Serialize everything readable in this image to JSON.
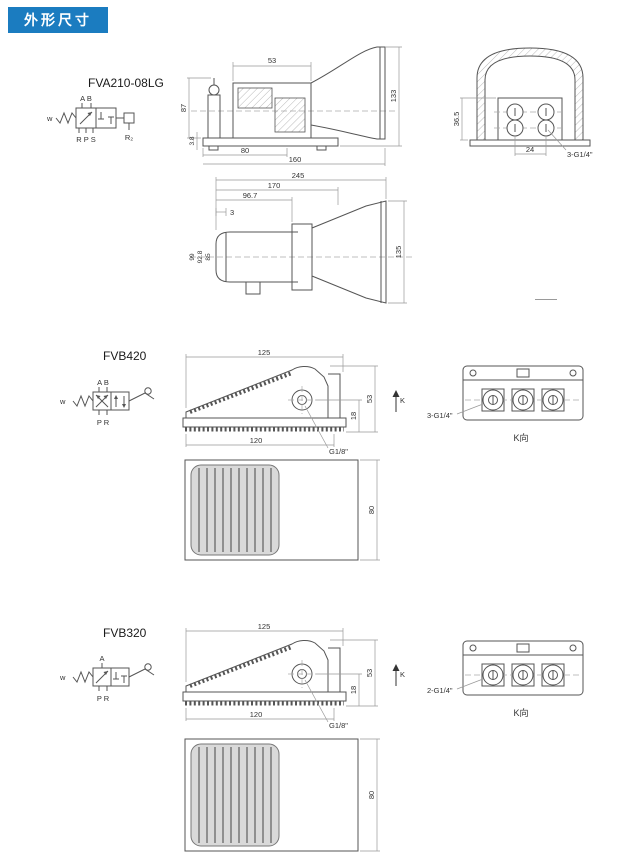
{
  "page": {
    "header": "外形尺寸"
  },
  "fva": {
    "model": "FVA210-08LG",
    "sym": {
      "top": "A B",
      "bottom": "R P S",
      "spring": "w",
      "pilot": "R₂"
    },
    "side": {
      "w53": "53",
      "h87": "87",
      "h133": "133",
      "h38": "3.8",
      "w80": "80",
      "w160": "160"
    },
    "end": {
      "h365": "36.5",
      "w24": "24",
      "ports": "3-G1/4\""
    },
    "plan": {
      "w245": "245",
      "w170": "170",
      "w967": "96.7",
      "w3": "3",
      "h99": "99",
      "h928": "92.8",
      "h85": "85",
      "h135": "135"
    }
  },
  "fvb420": {
    "model": "FVB420",
    "sym": {
      "top": "A B",
      "bottom": "P R",
      "spring": "w"
    },
    "side": {
      "w125": "125",
      "h53": "53",
      "h18": "18",
      "w120": "120",
      "port": "G1/8\"",
      "k": "K"
    },
    "end": {
      "ports": "3-G1/4\"",
      "kdir": "K向"
    },
    "top": {
      "h80": "80"
    }
  },
  "fvb320": {
    "model": "FVB320",
    "sym": {
      "top": "A",
      "bottom": "P R",
      "spring": "w"
    },
    "side": {
      "w125": "125",
      "h53": "53",
      "h18": "18",
      "w120": "120",
      "port": "G1/8\"",
      "k": "K"
    },
    "end": {
      "ports": "2-G1/4\"",
      "kdir": "K向"
    },
    "top": {
      "h80": "80"
    }
  }
}
